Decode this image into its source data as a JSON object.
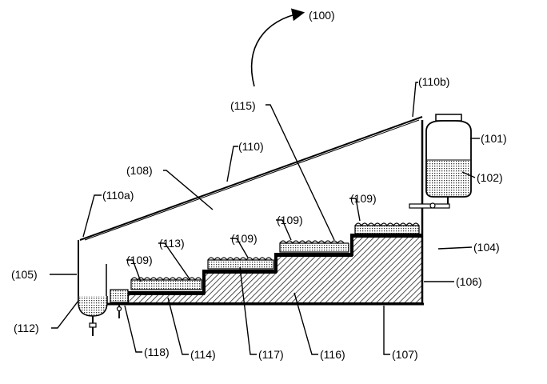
{
  "labels": {
    "l100": "(100)",
    "l110b": "(110b)",
    "l115": "(115)",
    "l110": "(110)",
    "l101": "(101)",
    "l108": "(108)",
    "l102": "(102)",
    "l110a": "(110a)",
    "l109a": "(109)",
    "l109b": "(109)",
    "l109c": "(109)",
    "l109d": "(109)",
    "l113": "(113)",
    "l104": "(104)",
    "l105": "(105)",
    "l106": "(106)",
    "l112": "(112)",
    "l118": "(118)",
    "l114": "(114)",
    "l117": "(117)",
    "l116": "(116)",
    "l107": "(107)"
  }
}
